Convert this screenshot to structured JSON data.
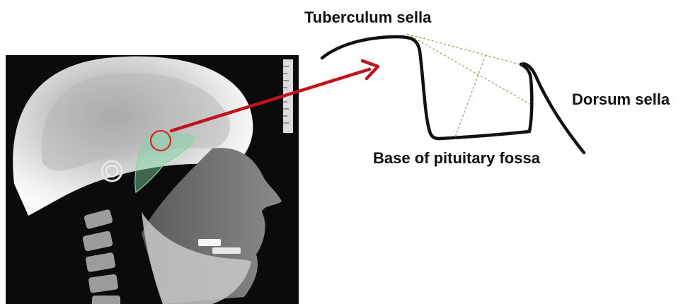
{
  "labels": {
    "tuberculum_sella": "Tuberculum sella",
    "dorsum_sella": "Dorsum sella",
    "base_pituitary_fossa": "Base of pituitary fossa"
  },
  "colors": {
    "arrow": "#c0141c",
    "target_circle": "#d42a2a",
    "sella_outline": "#111111",
    "measure_lines": "#9aa36a",
    "fossa_highlight": "#7fd7a3",
    "xray_background": "#0c0c0c"
  },
  "images": {
    "xray": "lateral cephalometric radiograph of skull (side profile, facing right)"
  }
}
